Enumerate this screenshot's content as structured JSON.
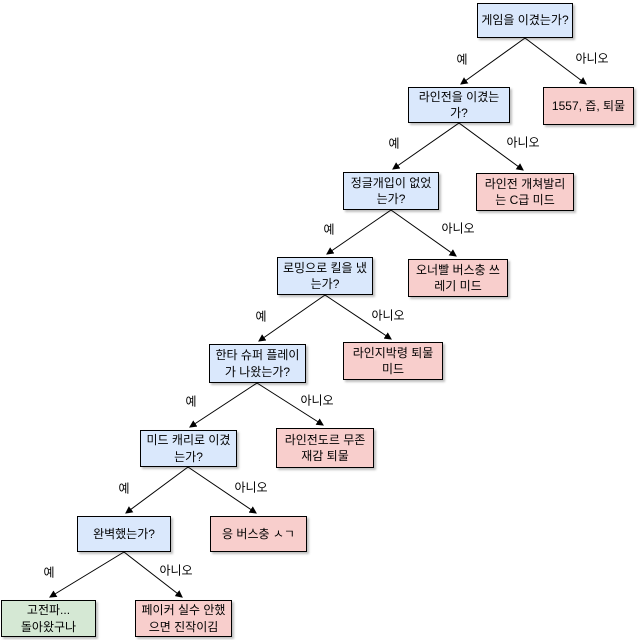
{
  "diagram": {
    "background": "#ffffff",
    "colors": {
      "question_fill": "#dae8fc",
      "bad_fill": "#f8cecc",
      "good_fill": "#d5e8d4",
      "border": "#000000",
      "line": "#000000",
      "text": "#000000"
    },
    "edge_labels": {
      "yes": "예",
      "no": "아니오"
    },
    "nodes": {
      "q1": {
        "type": "question",
        "text": "게임을 이겼는가?"
      },
      "a1": {
        "type": "result_bad",
        "text": "1557, 즙, 퇴물",
        "parent": "q1",
        "branch": "아니오"
      },
      "q2": {
        "type": "question",
        "text": "라인전을 이겼는\n가?",
        "parent": "q1",
        "branch": "예"
      },
      "a2": {
        "type": "result_bad",
        "text": "라인전 개쳐발리\n는 C급 미드",
        "parent": "q2",
        "branch": "아니오"
      },
      "q3": {
        "type": "question",
        "text": "정글개입이 없었\n는가?",
        "parent": "q2",
        "branch": "예"
      },
      "a3": {
        "type": "result_bad",
        "text": "오너빨 버스충 쓰\n레기 미드",
        "parent": "q3",
        "branch": "아니오"
      },
      "q4": {
        "type": "question",
        "text": "로밍으로 킬을 냈\n는가?",
        "parent": "q3",
        "branch": "예"
      },
      "a4": {
        "type": "result_bad",
        "text": "라인지박령 퇴물\n미드",
        "parent": "q4",
        "branch": "아니오"
      },
      "q5": {
        "type": "question",
        "text": "한타 슈퍼 플레이\n가 나왔는가?",
        "parent": "q4",
        "branch": "예"
      },
      "a5": {
        "type": "result_bad",
        "text": "라인전도르 무존\n재감 퇴물",
        "parent": "q5",
        "branch": "아니오"
      },
      "q6": {
        "type": "question",
        "text": "미드 캐리로 이겼\n는가?",
        "parent": "q5",
        "branch": "예"
      },
      "a6": {
        "type": "result_bad",
        "text": "응 버스충 ㅅㄱ",
        "parent": "q6",
        "branch": "아니오"
      },
      "q7": {
        "type": "question",
        "text": "완벽했는가?",
        "parent": "q6",
        "branch": "예"
      },
      "g1": {
        "type": "result_good",
        "text": "고전파...\n돌아왔구나",
        "parent": "q7",
        "branch": "예"
      },
      "a7": {
        "type": "result_bad",
        "text": "페이커 실수 안했\n으면 진작이김",
        "parent": "q7",
        "branch": "아니오"
      }
    }
  }
}
